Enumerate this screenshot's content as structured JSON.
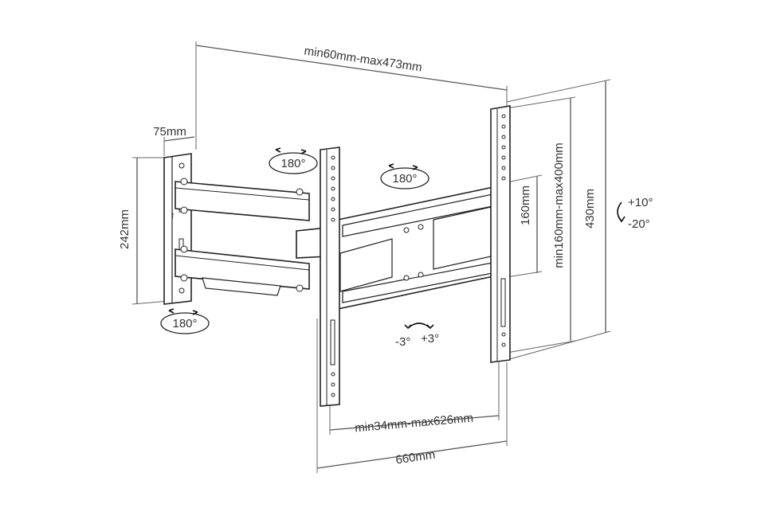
{
  "dimensions": {
    "arm_extension": "min60mm-max473mm",
    "wall_plate_width": "75mm",
    "wall_plate_height": "242mm",
    "vesa_vertical": "min160mm-max400mm",
    "rail_spacing": "160mm",
    "overall_height": "430mm",
    "vesa_horizontal": "min34mm-max626mm",
    "overall_width": "660mm"
  },
  "rotation": {
    "upper_arm_swivel": "180°",
    "arm_elbow_swivel": "180°",
    "lower_wall_swivel": "180°"
  },
  "tilt": {
    "up": "+10°",
    "down": "-20°"
  },
  "level_adjust": {
    "left": "-3°",
    "right": "+3°"
  }
}
